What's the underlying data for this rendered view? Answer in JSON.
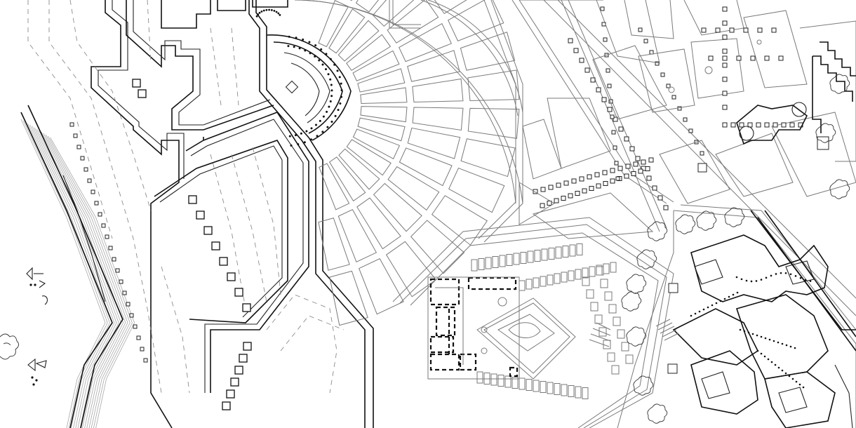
{
  "map": {
    "kind": "architectural site plan",
    "colors": {
      "background": "#ffffff",
      "wall": "#111111",
      "street": "#7a7a7a",
      "hidden_line": "#8c8c8c"
    },
    "districts": [
      {
        "id": "west-terraces",
        "label": ""
      },
      {
        "id": "hemicycle-forum",
        "label": ""
      },
      {
        "id": "octagonal-court",
        "label": ""
      },
      {
        "id": "east-blocks",
        "label": ""
      }
    ],
    "symbols": [
      "north-arrow-symbol",
      "scale-marker-symbol"
    ]
  }
}
